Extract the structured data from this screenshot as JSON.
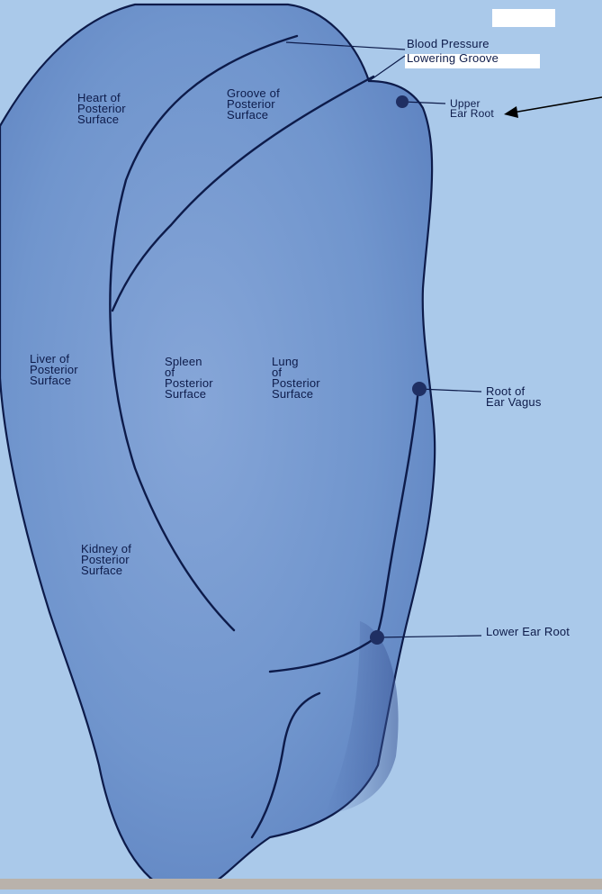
{
  "labels": {
    "blood_pressure": [
      "Blood Pressure",
      "Lowering Groove"
    ],
    "upper_ear_root": [
      "Upper",
      "Ear Root"
    ],
    "heart": [
      "Heart of",
      "Posterior",
      "Surface"
    ],
    "groove": [
      "Groove of",
      "Posterior",
      "Surface"
    ],
    "liver": [
      "Liver of",
      "Posterior",
      "Surface"
    ],
    "spleen": [
      "Spleen",
      "of",
      "Posterior",
      "Surface"
    ],
    "lung": [
      "Lung",
      "of",
      "Posterior",
      "Surface"
    ],
    "root_vagus": [
      "Root of",
      "Ear Vagus"
    ],
    "kidney": [
      "Kidney of",
      "Posterior",
      "Surface"
    ],
    "lower_ear_root": [
      "Lower Ear Root"
    ]
  },
  "colors": {
    "background": "#aac9ea",
    "ear_fill": "#6f93cc",
    "line": "#0d1b4a",
    "marker": "#1f2f63"
  }
}
